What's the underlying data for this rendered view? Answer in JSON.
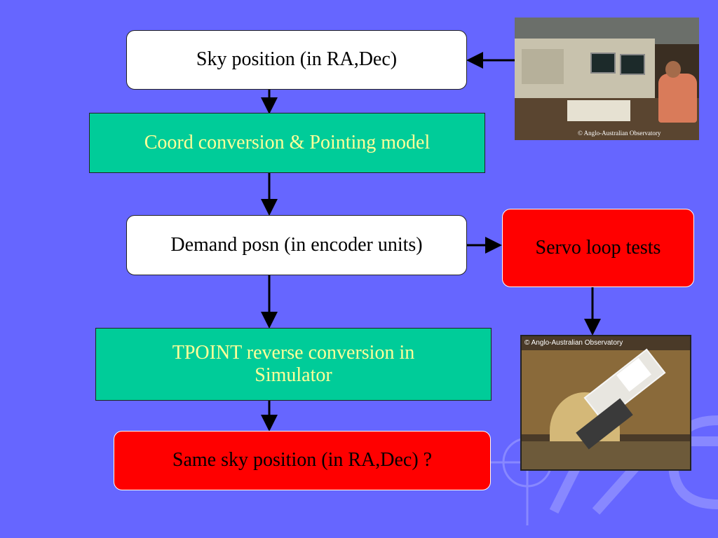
{
  "colors": {
    "background": "#6666ff",
    "box_white": "#ffffff",
    "box_teal": "#00cc99",
    "teal_text": "#ffff99",
    "box_red": "#ff0000",
    "arrow": "#000000"
  },
  "nodes": {
    "sky_position": "Sky position (in RA,Dec)",
    "coord_conversion": "Coord conversion & Pointing model",
    "demand_posn": "Demand posn (in encoder units)",
    "servo_tests": "Servo loop tests",
    "tpoint_reverse": "TPOINT reverse conversion in Simulator",
    "same_sky_position": "Same sky position (in RA,Dec) ?"
  },
  "photos": {
    "control_room_caption": "© Anglo-Australian Observatory",
    "telescope_caption": "© Anglo-Australian Observatory"
  },
  "watermark": "ATC"
}
